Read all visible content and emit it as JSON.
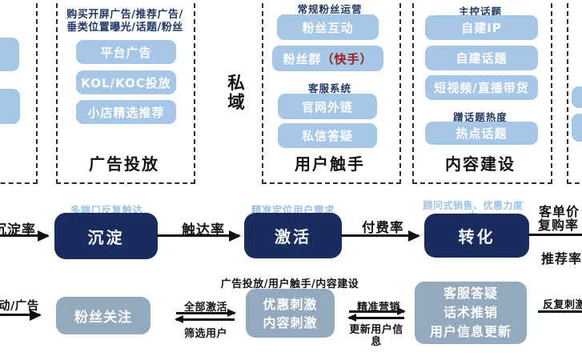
{
  "colors": {
    "light_blue_chip": "#a6c7e7",
    "navy_box": "#1a2c5e",
    "grey_blue_box": "#93a9bd",
    "header_navy_text": "#1f3864",
    "annotation_blue_text": "#9cc2e5",
    "accent_dark_red": "#9c2020",
    "line_black": "#101010"
  },
  "top": {
    "ad_group": {
      "header1": "购买开屏广告/推荐广告/",
      "header2": "垂类位置曝光/话题/粉丝",
      "chips": [
        "平台广告",
        "KOL/KOC投放",
        "小店精选推荐"
      ],
      "label": "广告投放"
    },
    "domain_label": "私域",
    "fan_group": {
      "header": "常规粉丝运营",
      "chip1": "粉丝互动",
      "chip2_main": "粉丝群",
      "chip2_accent": "（快手）",
      "subheader": "客服系统",
      "chip3": "官网外链",
      "chip4": "私信答疑",
      "label": "用户触手"
    },
    "content_group": {
      "header": "主控话题",
      "chips": [
        "自建IP",
        "自建话题",
        "短视频/直播带货"
      ],
      "subheader": "蹭话题热度",
      "chip4": "热点话题",
      "label": "内容建设"
    }
  },
  "funnel": {
    "s1_annotation": "多端口反复触达",
    "s1_rate": "沉淀率",
    "s1_box": "沉淀",
    "s2_annotation": "精准定位用户需求",
    "s2_rate": "触达率",
    "s2_box": "激活",
    "s3_annotation": "顾问式销售、优惠力度大",
    "s3_rate": "付费率",
    "s3_box": "转化",
    "out1": "客单价",
    "out2": "复购率",
    "out3": "推荐率"
  },
  "loop": {
    "in_label": "动/广告",
    "box1": "粉丝关注",
    "fwd1": "全部激活",
    "back1": "筛选用户",
    "header": "广告投放/用户触手/内容建设",
    "box2_l1": "优惠刺激",
    "box2_l2": "内容刺激",
    "fwd2": "精准营销",
    "back2": "更新用户信息",
    "box3_l1": "客服答疑",
    "box3_l2": "话术推销",
    "box3_l3": "用户信息更新",
    "out_label": "反复刺激"
  }
}
